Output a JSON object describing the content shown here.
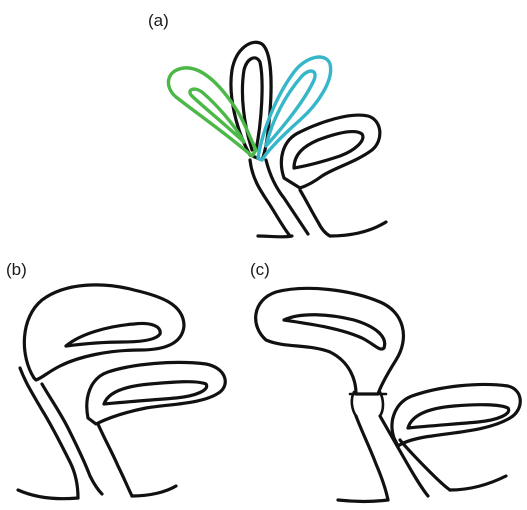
{
  "panels": {
    "a": {
      "label": "(a)"
    },
    "b": {
      "label": "(b)"
    },
    "c": {
      "label": "(c)"
    }
  },
  "colors": {
    "outline": "#111111",
    "green_lobe": "#4cb848",
    "cyan_lobe": "#36b7c9"
  }
}
